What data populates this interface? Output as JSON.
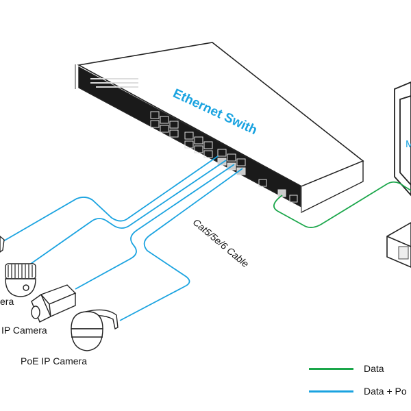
{
  "diagram": {
    "title": "Ethernet Swith",
    "cable_label": "Cat5/5e/6 Cable",
    "monitor_label_fragment": "M",
    "cameras": [
      {
        "label": "era",
        "type": "dome"
      },
      {
        "label": "IP Camera",
        "type": "box"
      },
      {
        "label": "PoE IP Camera",
        "type": "speed-dome"
      }
    ],
    "legend": [
      {
        "label": "Data",
        "color": "#1aa64a"
      },
      {
        "label": "Data + Po",
        "color": "#1aa3e0"
      }
    ],
    "colors": {
      "poe_cable": "#1aa3e0",
      "data_cable": "#1aa64a",
      "outline": "#222222"
    }
  }
}
